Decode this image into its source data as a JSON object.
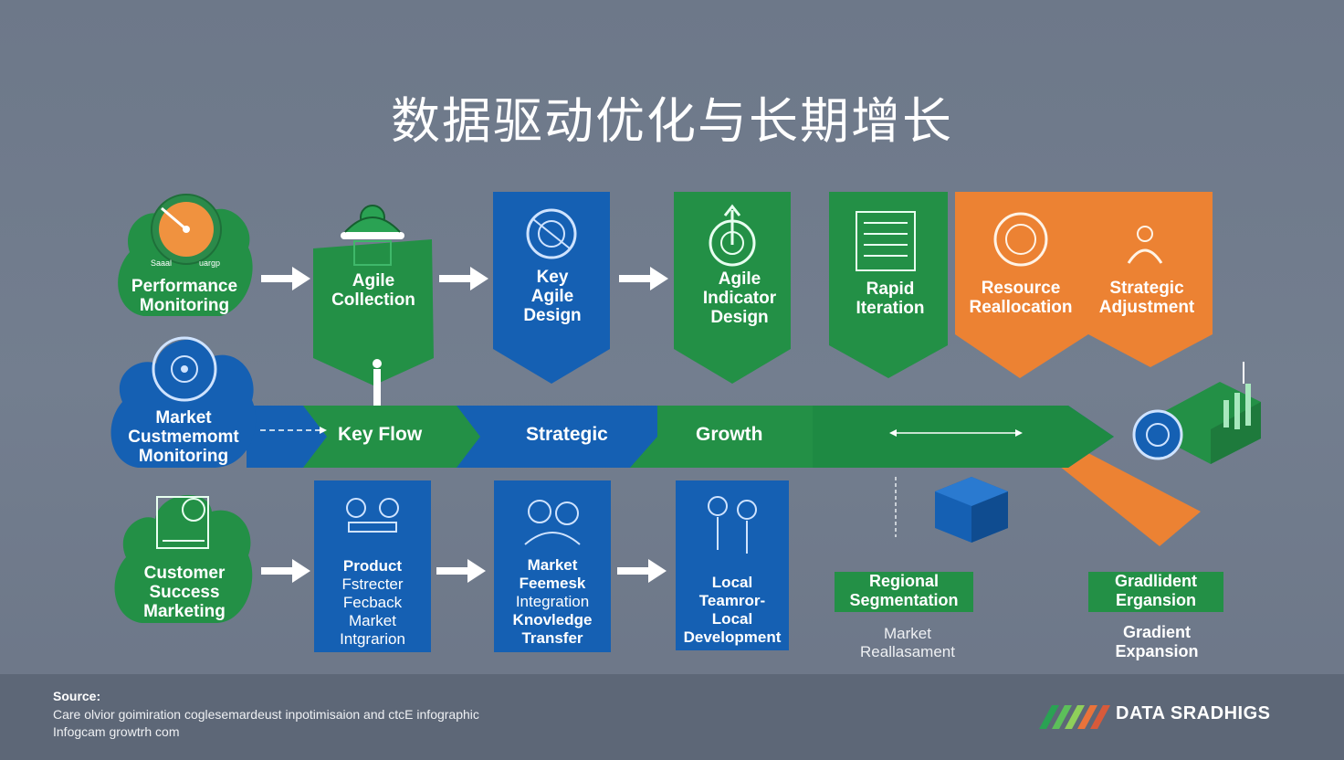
{
  "title": "数据驱动优化与长期增长",
  "top_row": {
    "performance": [
      "Performance",
      "Monitoring"
    ],
    "performance_tiny": [
      "Saaal",
      "uargp"
    ],
    "agile_collection": [
      "Agile",
      "Collection"
    ],
    "key_agile_design": [
      "Key",
      "Agile",
      "Design"
    ],
    "agile_indicator_design": [
      "Agile",
      "Indicator",
      "Design"
    ],
    "rapid_iteration": [
      "Rapid",
      "Iteration"
    ],
    "resource_reallocation": [
      "Resource",
      "Reallocation"
    ],
    "strategic_adjustment": [
      "Strategic",
      "Adjustment"
    ]
  },
  "middle_row": {
    "market_monitoring": [
      "Market",
      "Custmemomt",
      "Monitoring"
    ],
    "band_labels": [
      "Key Flow",
      "Strategic",
      "Growth"
    ]
  },
  "bottom_row": {
    "customer_success": [
      "Customer",
      "Success",
      "Marketing"
    ],
    "product_feedback": [
      "Product",
      "Fstrecter",
      "Fecback",
      "Market",
      "Intgrarion"
    ],
    "market_feemesk": [
      "Market",
      "Feemesk",
      "Integration",
      "Knovledge",
      "Transfer"
    ],
    "local_development": [
      "Local",
      "Teamror-",
      "Local",
      "Development"
    ],
    "regional_segmentation": [
      "Regional",
      "Segmentation"
    ],
    "market_reallasament": [
      "Market",
      "Reallasament"
    ],
    "gradient_expansion_box": [
      "Gradlident",
      "Ergansion"
    ],
    "gradient_expansion": [
      "Gradient",
      "Expansion"
    ]
  },
  "footer": {
    "source_title": "Source:",
    "source_line1": "Care olvior goimiration coglesemardeust inpotimisaion and ctcE infographic",
    "source_line2": "Infogcam growtrh com",
    "brand": "DATA SRADHIGS"
  },
  "colors": {
    "green": "#239046",
    "blue": "#1560b3",
    "orange": "#ec8233",
    "background": "#727d8e"
  }
}
